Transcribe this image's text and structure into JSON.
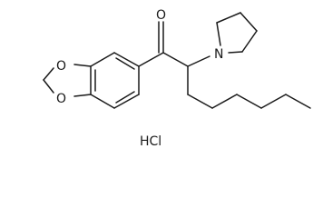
{
  "molecule": {
    "atoms": {
      "carbonyl_oxygen": "O",
      "pyrrolidine_nitrogen": "N",
      "dioxole_oxygen_upper": "O",
      "dioxole_oxygen_lower": "O"
    },
    "salt": "HCl"
  }
}
